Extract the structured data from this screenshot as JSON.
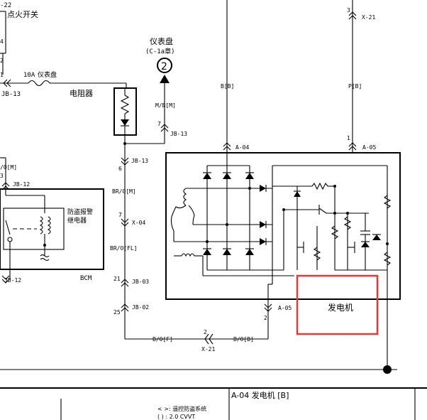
{
  "top_left": {
    "ref_fragment": "-22",
    "ignition_switch": "点火开关",
    "pin_a": "4",
    "pin_b": "2",
    "pin_c": "1"
  },
  "fuse": {
    "rating": "10A",
    "name": "仪表盘",
    "connector": "JB-13"
  },
  "resistor_label": "电阻器",
  "instrument_panel": {
    "title": "仪表盘",
    "chapter": "(C-1a章)",
    "number": "2"
  },
  "left_wires": {
    "wire_om": "/O[M]",
    "pin_3": "3",
    "jb12_top": "JB-12",
    "jb12_bottom": "JB-12",
    "bcm": "BCM",
    "relay_line1": "防盗报警",
    "relay_line2": "继电器"
  },
  "center_column": {
    "mbm_wire": "M/B[M]",
    "pin_7a": "7",
    "jb13_a": "JB-13",
    "pin_6": "6",
    "jb13_b": "JB-13",
    "brom_wire": "BR/O[M]",
    "pin_7b": "7",
    "x04": "X-04",
    "brofl_wire": "BR/O[FL]",
    "pin_21": "21",
    "jb03": "JB-03",
    "pin_25": "25",
    "jb02": "JB-02"
  },
  "top_right": {
    "b_wire": "B[B]",
    "a04": "A-04",
    "pin_3": "3",
    "x21": "X-21",
    "p_wire": "P[B]",
    "pin_1": "1",
    "a05": "A-05"
  },
  "bottom_wires": {
    "pin_2a": "2",
    "a05": "A-05",
    "bof_wire": "B/O[F]",
    "pin_2b": "2",
    "x21": "X-21",
    "bob_wire": "B/O[B]"
  },
  "generator": {
    "label": "发电机",
    "highlight_color": "#e03c3c"
  },
  "footer": {
    "title": "A-04 发电机 [B]",
    "legend_line1": "< >: 遥控防盗系统",
    "legend_line2": "( ) : 2.0 CVVT"
  }
}
